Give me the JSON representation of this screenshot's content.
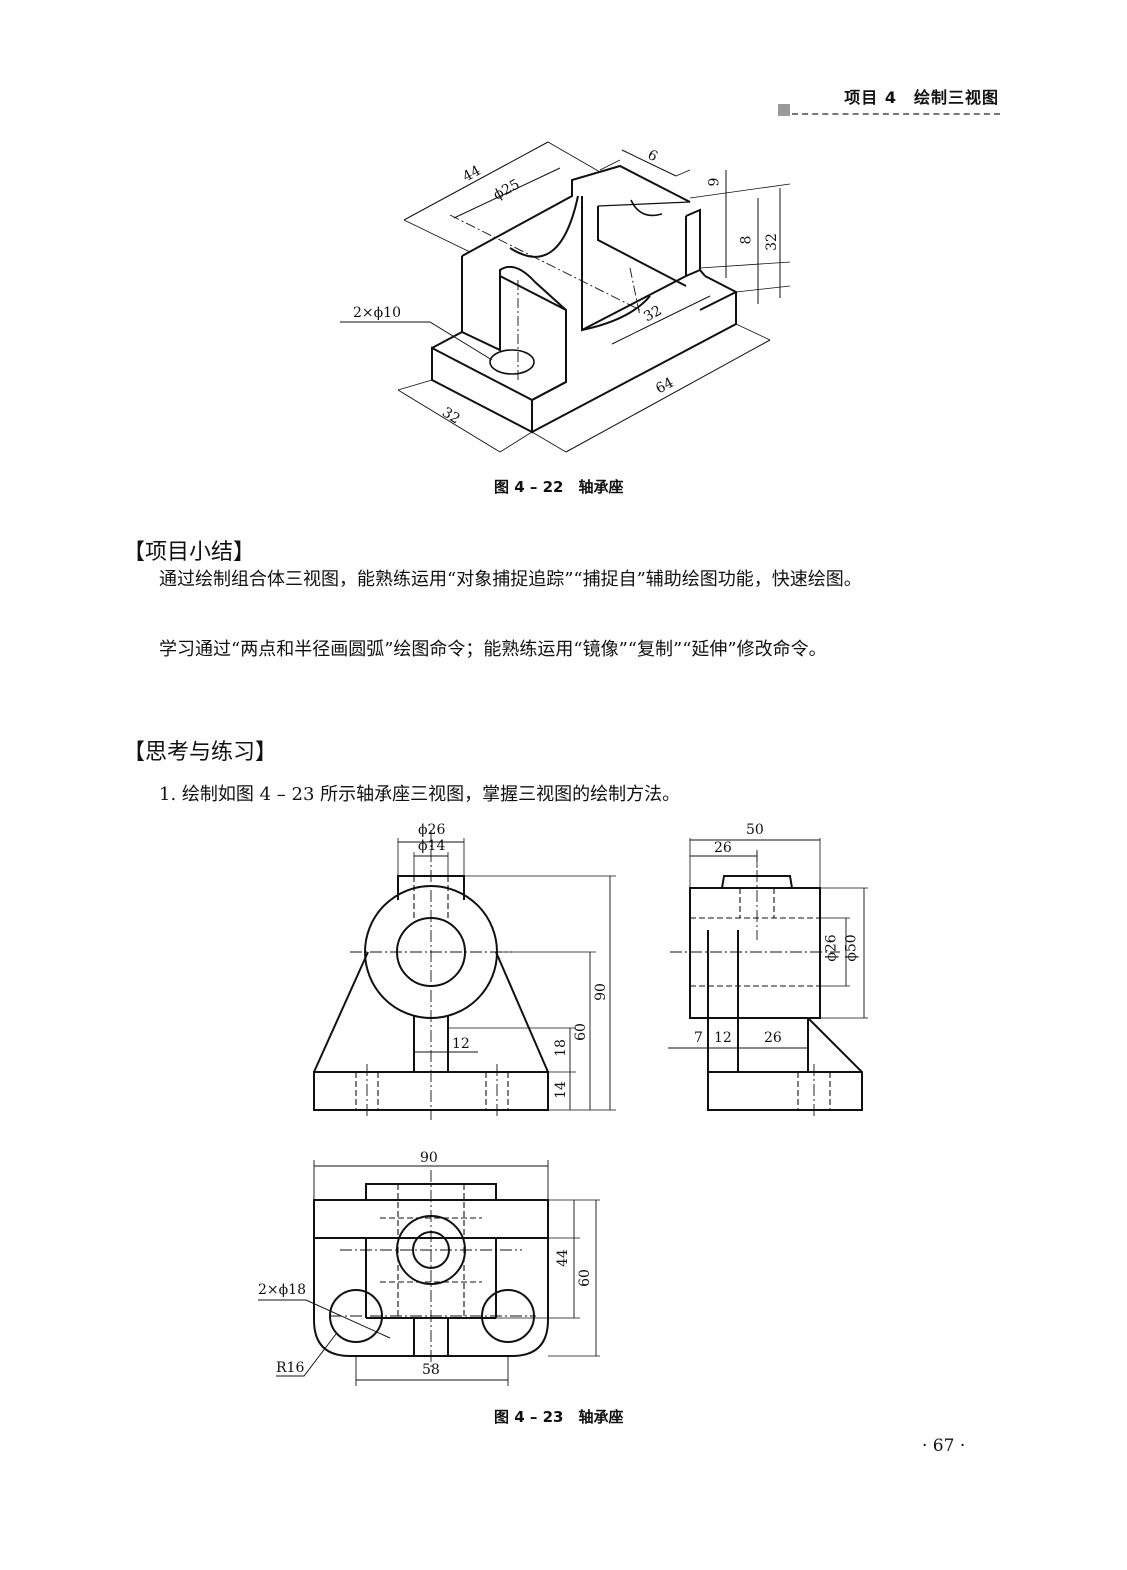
{
  "header": {
    "title": "项目 4　绘制三视图"
  },
  "figure1": {
    "caption": "图 4 – 22　轴承座",
    "dims": {
      "d44": "44",
      "d6": "6",
      "dphi25": "ϕ25",
      "d9": "9",
      "d8": "8",
      "d32v": "32",
      "d32a": "32",
      "holes": "2×ϕ10",
      "d64": "64",
      "d32b": "32"
    }
  },
  "summary": {
    "heading": "【项目小结】",
    "p1": "通过绘制组合体三视图，能熟练运用“对象捕捉追踪”“捕捉自”辅助绘图功能，快速绘图。",
    "p2": "学习通过“两点和半径画圆弧”绘图命令；能熟练运用“镜像”“复制”“延伸”修改命令。"
  },
  "exercise": {
    "heading": "【思考与练习】",
    "q1": "1. 绘制如图 4 – 23 所示轴承座三视图，掌握三视图的绘制方法。"
  },
  "figure2": {
    "caption": "图 4 – 23　轴承座",
    "front": {
      "phi26": "ϕ26",
      "phi14": "ϕ14",
      "d12": "12",
      "d18": "18",
      "d14": "14",
      "d60": "60",
      "d90": "90"
    },
    "side": {
      "d50": "50",
      "d26": "26",
      "phi26": "ϕ26",
      "phi50": "ϕ50",
      "d7": "7",
      "d12": "12",
      "d26b": "26"
    },
    "top": {
      "d90": "90",
      "d44": "44",
      "d60": "60",
      "holes": "2×ϕ18",
      "r16": "R16",
      "d58": "58"
    }
  },
  "page_number": "· 67 ·"
}
